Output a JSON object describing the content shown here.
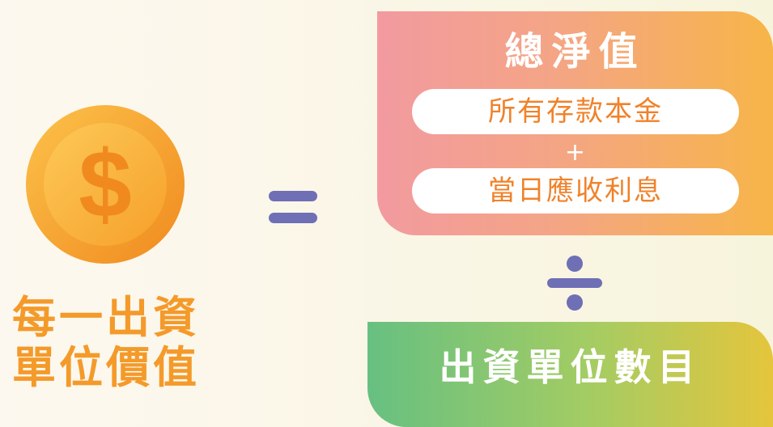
{
  "left": {
    "coin_symbol": "$",
    "label_lines": [
      "每一出資",
      "單位價值"
    ]
  },
  "operators": {
    "equals": "equals-icon",
    "plus": "+",
    "divide": "divide-icon"
  },
  "numerator": {
    "title": "總淨值",
    "item_1": "所有存款本金",
    "item_2": "當日應收利息"
  },
  "denominator": {
    "title": "出資單位數目"
  },
  "colors": {
    "orange_text": "#f49a2a",
    "operator_purple": "#6f6fb6",
    "numerator_gradient": [
      "#f29aa0",
      "#f7b548"
    ],
    "denominator_gradient": [
      "#67c081",
      "#e5c53c"
    ],
    "coin_outer": "#f7a12b",
    "coin_inner": "#fbb43a"
  }
}
